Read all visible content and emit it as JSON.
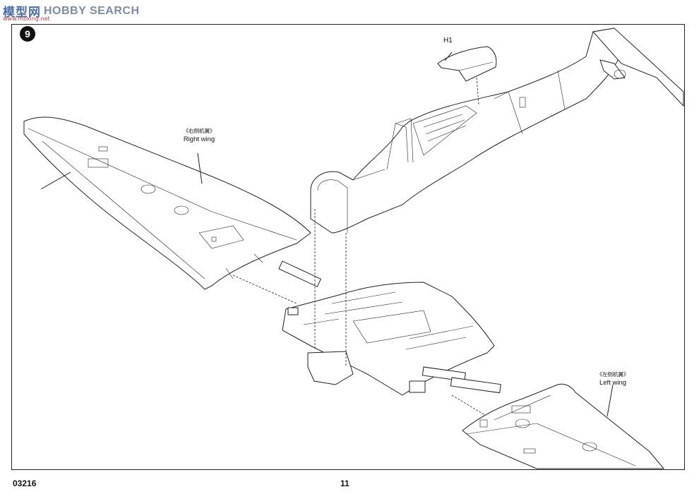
{
  "watermark": {
    "brand_cn": "模型网",
    "brand_en": "HOBBY SEARCH",
    "domain": "www.moxing.net"
  },
  "step": {
    "number": "9"
  },
  "parts": {
    "canopy": "H1"
  },
  "labels": {
    "right_wing_cn": "《右侧机翼》",
    "right_wing_en": "Right wing",
    "left_wing_cn": "《左侧机翼》",
    "left_wing_en": "Left wing"
  },
  "footer": {
    "kit_number": "03216",
    "page_number": "11"
  }
}
